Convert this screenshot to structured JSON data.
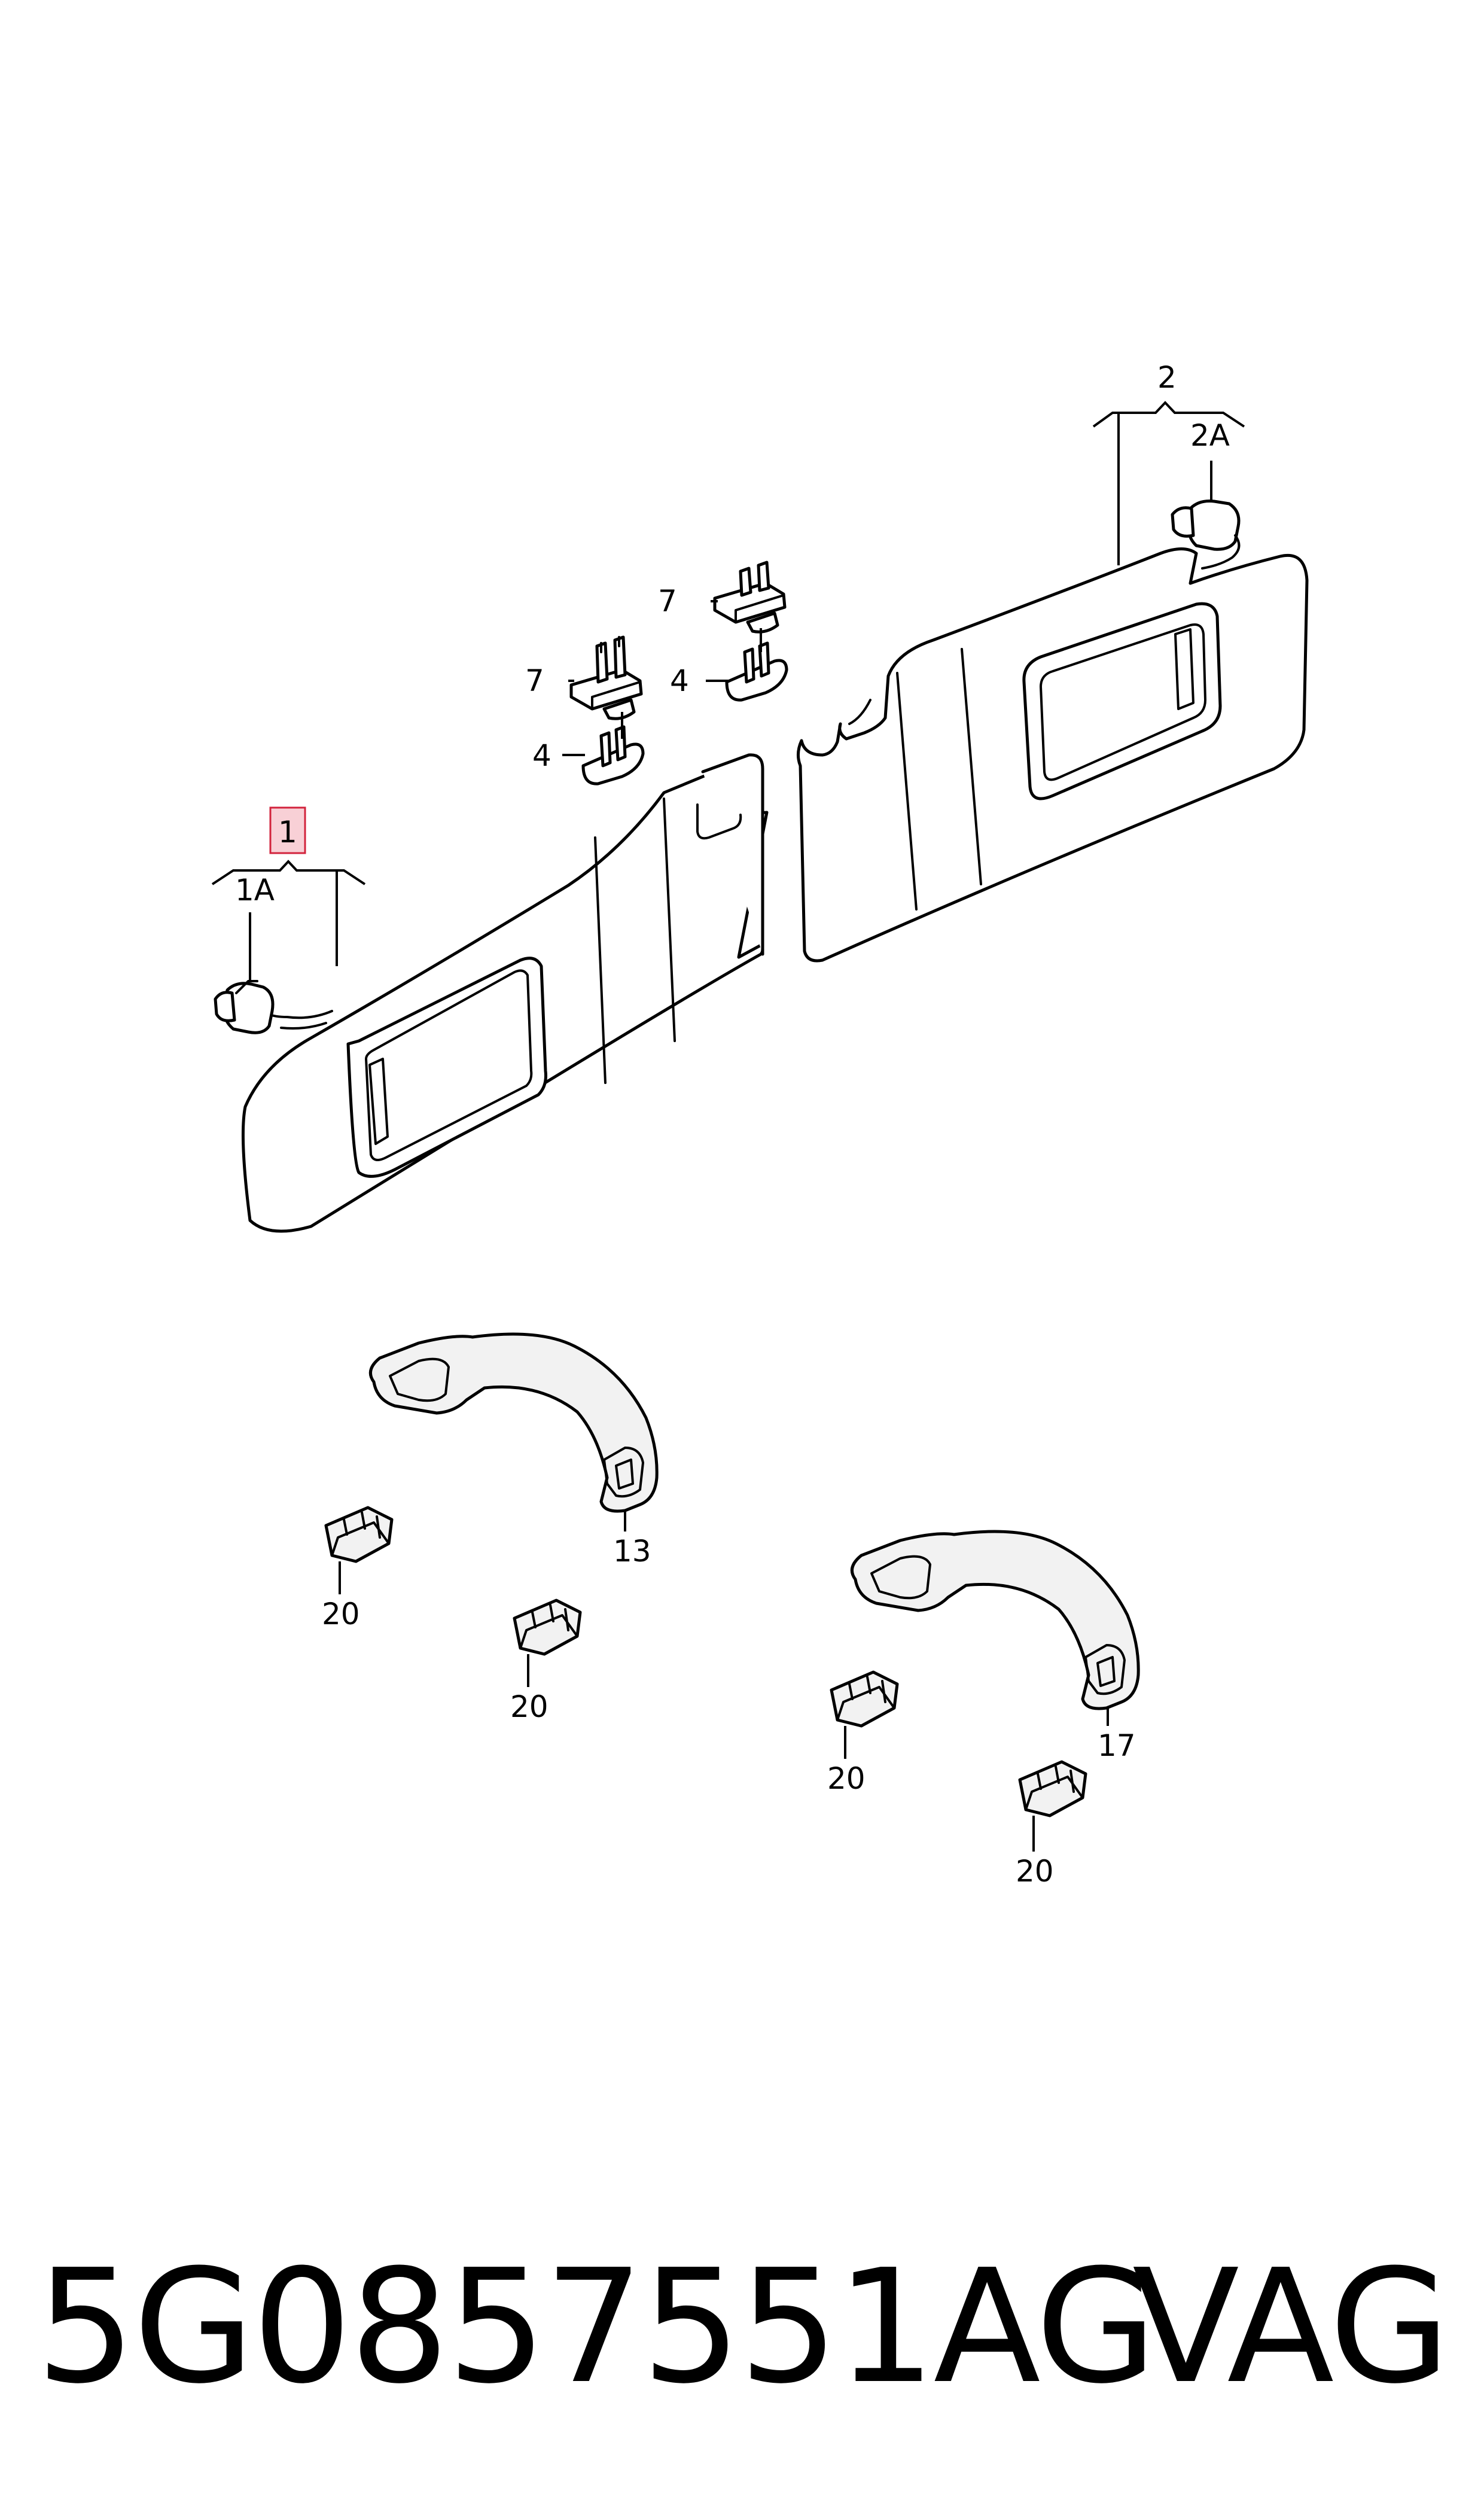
{
  "callouts": {
    "sun_visor_left": "1",
    "sun_visor_left_sub": "1A",
    "sun_visor_right": "2",
    "sun_visor_right_sub": "2A",
    "support_upper": "7",
    "support_lower": "4",
    "support_upper_2": "7",
    "support_lower_2": "4",
    "grab_handle_left": "13",
    "grab_handle_right": "17",
    "clip_1": "20",
    "clip_2": "20",
    "clip_3": "20",
    "clip_4": "20"
  },
  "highlight": {
    "color": "#f8d0d6",
    "border": "#d2233c",
    "callout": "1"
  },
  "footer": {
    "part_number": "5G0857551AG",
    "brand": "VAG"
  }
}
